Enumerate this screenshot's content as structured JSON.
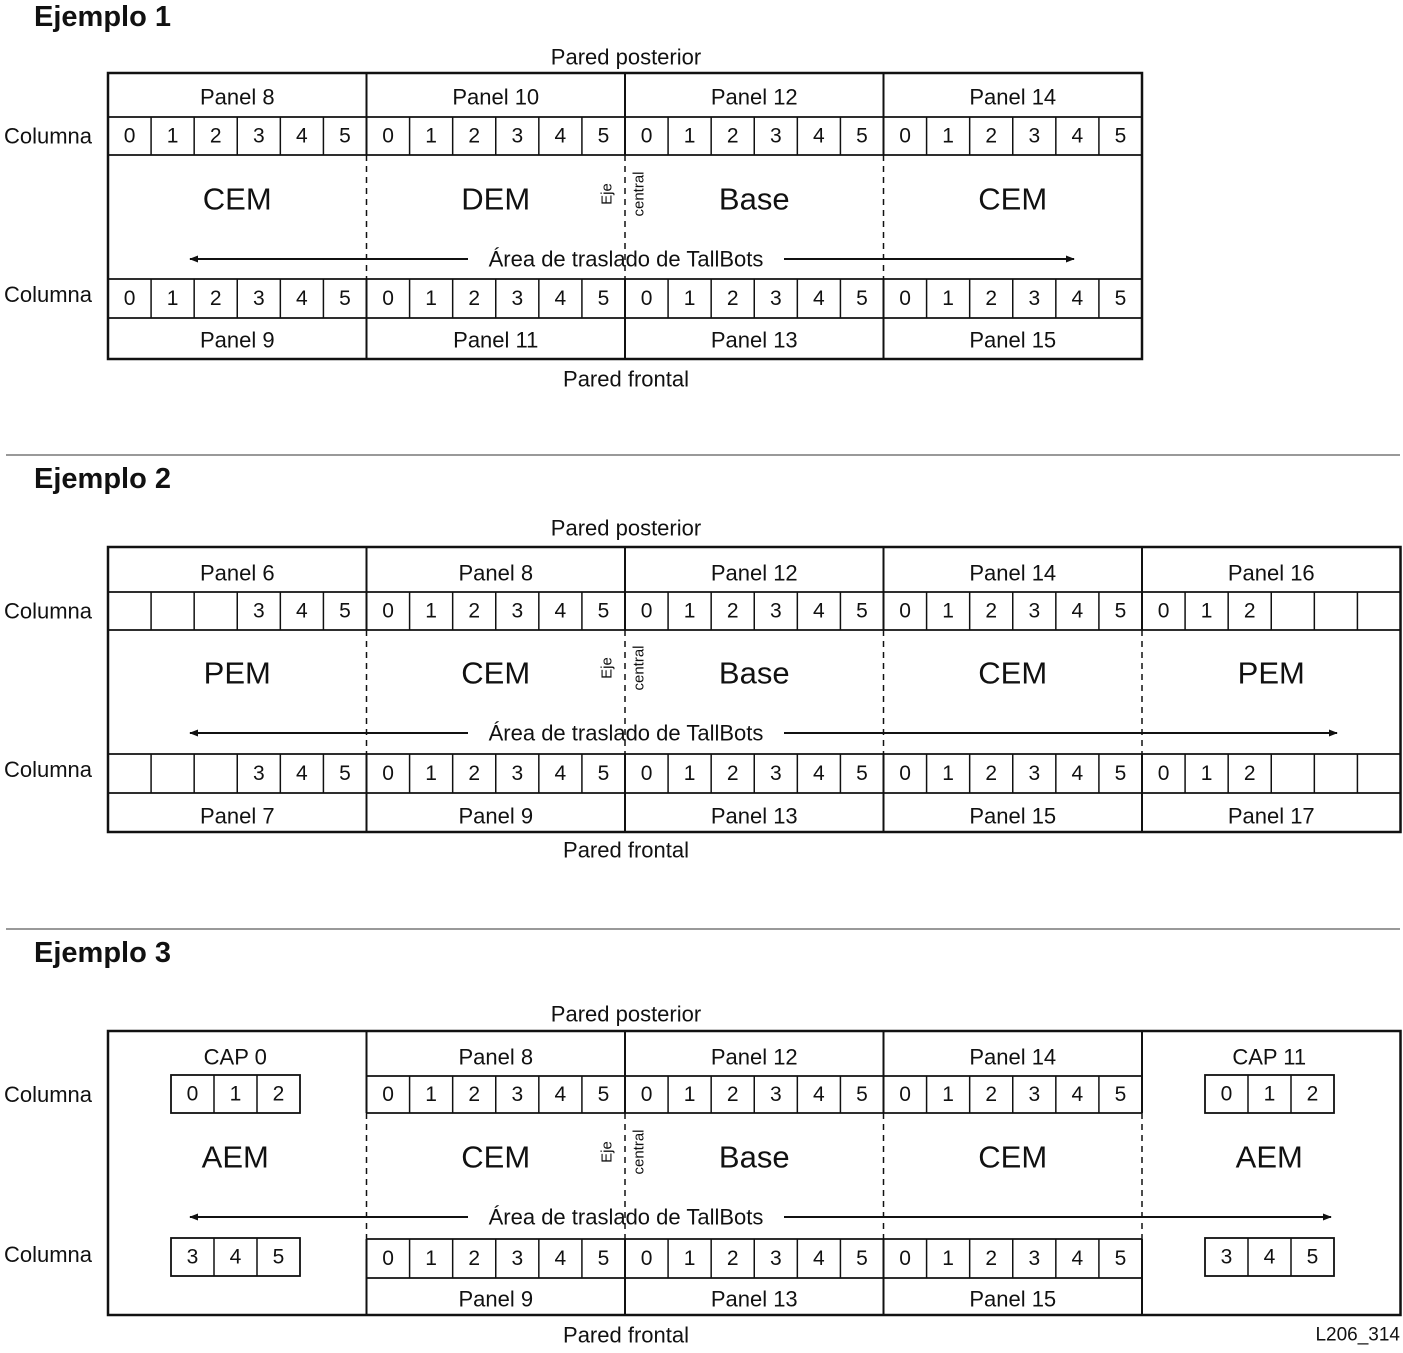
{
  "figure_id": "L206_314",
  "labels": {
    "back_wall": "Pared posterior",
    "front_wall": "Pared frontal",
    "column": "Columna",
    "travel_area": "Área de traslado de TallBots",
    "center_line": [
      "Eje",
      "central"
    ]
  },
  "colors": {
    "line": "#111111",
    "text": "#111111",
    "background": "#ffffff",
    "separator": "#999999"
  },
  "examples": [
    {
      "title": "Ejemplo 1",
      "modules": [
        {
          "top": "Panel 8",
          "bottom": "Panel 9",
          "label": "CEM",
          "top_cols": [
            "0",
            "1",
            "2",
            "3",
            "4",
            "5"
          ],
          "bottom_cols": [
            "0",
            "1",
            "2",
            "3",
            "4",
            "5"
          ]
        },
        {
          "top": "Panel 10",
          "bottom": "Panel 11",
          "label": "DEM",
          "top_cols": [
            "0",
            "1",
            "2",
            "3",
            "4",
            "5"
          ],
          "bottom_cols": [
            "0",
            "1",
            "2",
            "3",
            "4",
            "5"
          ]
        },
        {
          "top": "Panel 12",
          "bottom": "Panel 13",
          "label": "Base",
          "top_cols": [
            "0",
            "1",
            "2",
            "3",
            "4",
            "5"
          ],
          "bottom_cols": [
            "0",
            "1",
            "2",
            "3",
            "4",
            "5"
          ]
        },
        {
          "top": "Panel 14",
          "bottom": "Panel 15",
          "label": "CEM",
          "top_cols": [
            "0",
            "1",
            "2",
            "3",
            "4",
            "5"
          ],
          "bottom_cols": [
            "0",
            "1",
            "2",
            "3",
            "4",
            "5"
          ]
        }
      ]
    },
    {
      "title": "Ejemplo 2",
      "modules": [
        {
          "top": "Panel 6",
          "bottom": "Panel 7",
          "label": "PEM",
          "top_cols": [
            "",
            "",
            "",
            "3",
            "4",
            "5"
          ],
          "bottom_cols": [
            "",
            "",
            "",
            "3",
            "4",
            "5"
          ]
        },
        {
          "top": "Panel 8",
          "bottom": "Panel 9",
          "label": "CEM",
          "top_cols": [
            "0",
            "1",
            "2",
            "3",
            "4",
            "5"
          ],
          "bottom_cols": [
            "0",
            "1",
            "2",
            "3",
            "4",
            "5"
          ]
        },
        {
          "top": "Panel 12",
          "bottom": "Panel 13",
          "label": "Base",
          "top_cols": [
            "0",
            "1",
            "2",
            "3",
            "4",
            "5"
          ],
          "bottom_cols": [
            "0",
            "1",
            "2",
            "3",
            "4",
            "5"
          ]
        },
        {
          "top": "Panel 14",
          "bottom": "Panel 15",
          "label": "CEM",
          "top_cols": [
            "0",
            "1",
            "2",
            "3",
            "4",
            "5"
          ],
          "bottom_cols": [
            "0",
            "1",
            "2",
            "3",
            "4",
            "5"
          ]
        },
        {
          "top": "Panel 16",
          "bottom": "Panel 17",
          "label": "PEM",
          "top_cols": [
            "0",
            "1",
            "2",
            "",
            "",
            ""
          ],
          "bottom_cols": [
            "0",
            "1",
            "2",
            "",
            "",
            ""
          ]
        }
      ]
    },
    {
      "title": "Ejemplo 3",
      "modules": [
        {
          "top": "CAP 0",
          "bottom": "",
          "label": "AEM",
          "cap": true,
          "top_cols": [
            "0",
            "1",
            "2"
          ],
          "bottom_cols": [
            "3",
            "4",
            "5"
          ]
        },
        {
          "top": "Panel 8",
          "bottom": "Panel 9",
          "label": "CEM",
          "top_cols": [
            "0",
            "1",
            "2",
            "3",
            "4",
            "5"
          ],
          "bottom_cols": [
            "0",
            "1",
            "2",
            "3",
            "4",
            "5"
          ]
        },
        {
          "top": "Panel 12",
          "bottom": "Panel 13",
          "label": "Base",
          "top_cols": [
            "0",
            "1",
            "2",
            "3",
            "4",
            "5"
          ],
          "bottom_cols": [
            "0",
            "1",
            "2",
            "3",
            "4",
            "5"
          ]
        },
        {
          "top": "Panel 14",
          "bottom": "Panel 15",
          "label": "CEM",
          "top_cols": [
            "0",
            "1",
            "2",
            "3",
            "4",
            "5"
          ],
          "bottom_cols": [
            "0",
            "1",
            "2",
            "3",
            "4",
            "5"
          ]
        },
        {
          "top": "CAP 11",
          "bottom": "",
          "label": "AEM",
          "cap": true,
          "top_cols": [
            "0",
            "1",
            "2"
          ],
          "bottom_cols": [
            "3",
            "4",
            "5"
          ]
        }
      ]
    }
  ]
}
